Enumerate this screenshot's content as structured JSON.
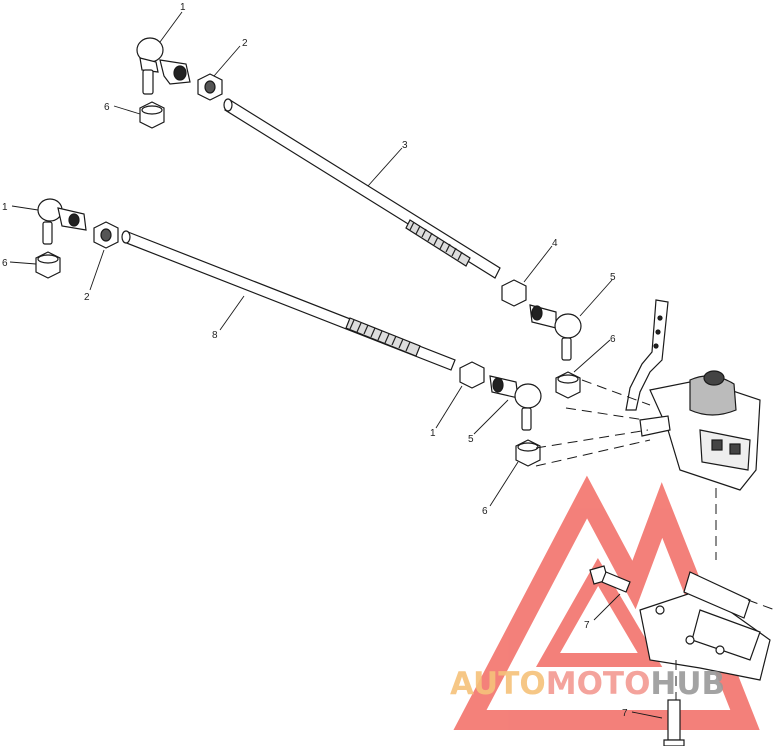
{
  "callouts": {
    "c1_top": "1",
    "c2_top": "2",
    "c6_top": "6",
    "c3": "3",
    "c1_left": "1",
    "c6_left": "6",
    "c2_left": "2",
    "c8": "8",
    "c4": "4",
    "c5_right": "5",
    "c6_mid": "6",
    "c1_low": "1",
    "c5_low": "5",
    "c6_low": "6",
    "c7_mid": "7",
    "c7_bottom": "7"
  },
  "watermark": {
    "part_auto": "AUTO",
    "part_moto": "MOTO",
    "part_hub": "HUB",
    "colors": {
      "auto": "#f6c27a",
      "moto": "#f39a92",
      "hub": "#9a9a9a",
      "triangle": "#f26b63"
    }
  },
  "line_color": "#1a1a1a"
}
